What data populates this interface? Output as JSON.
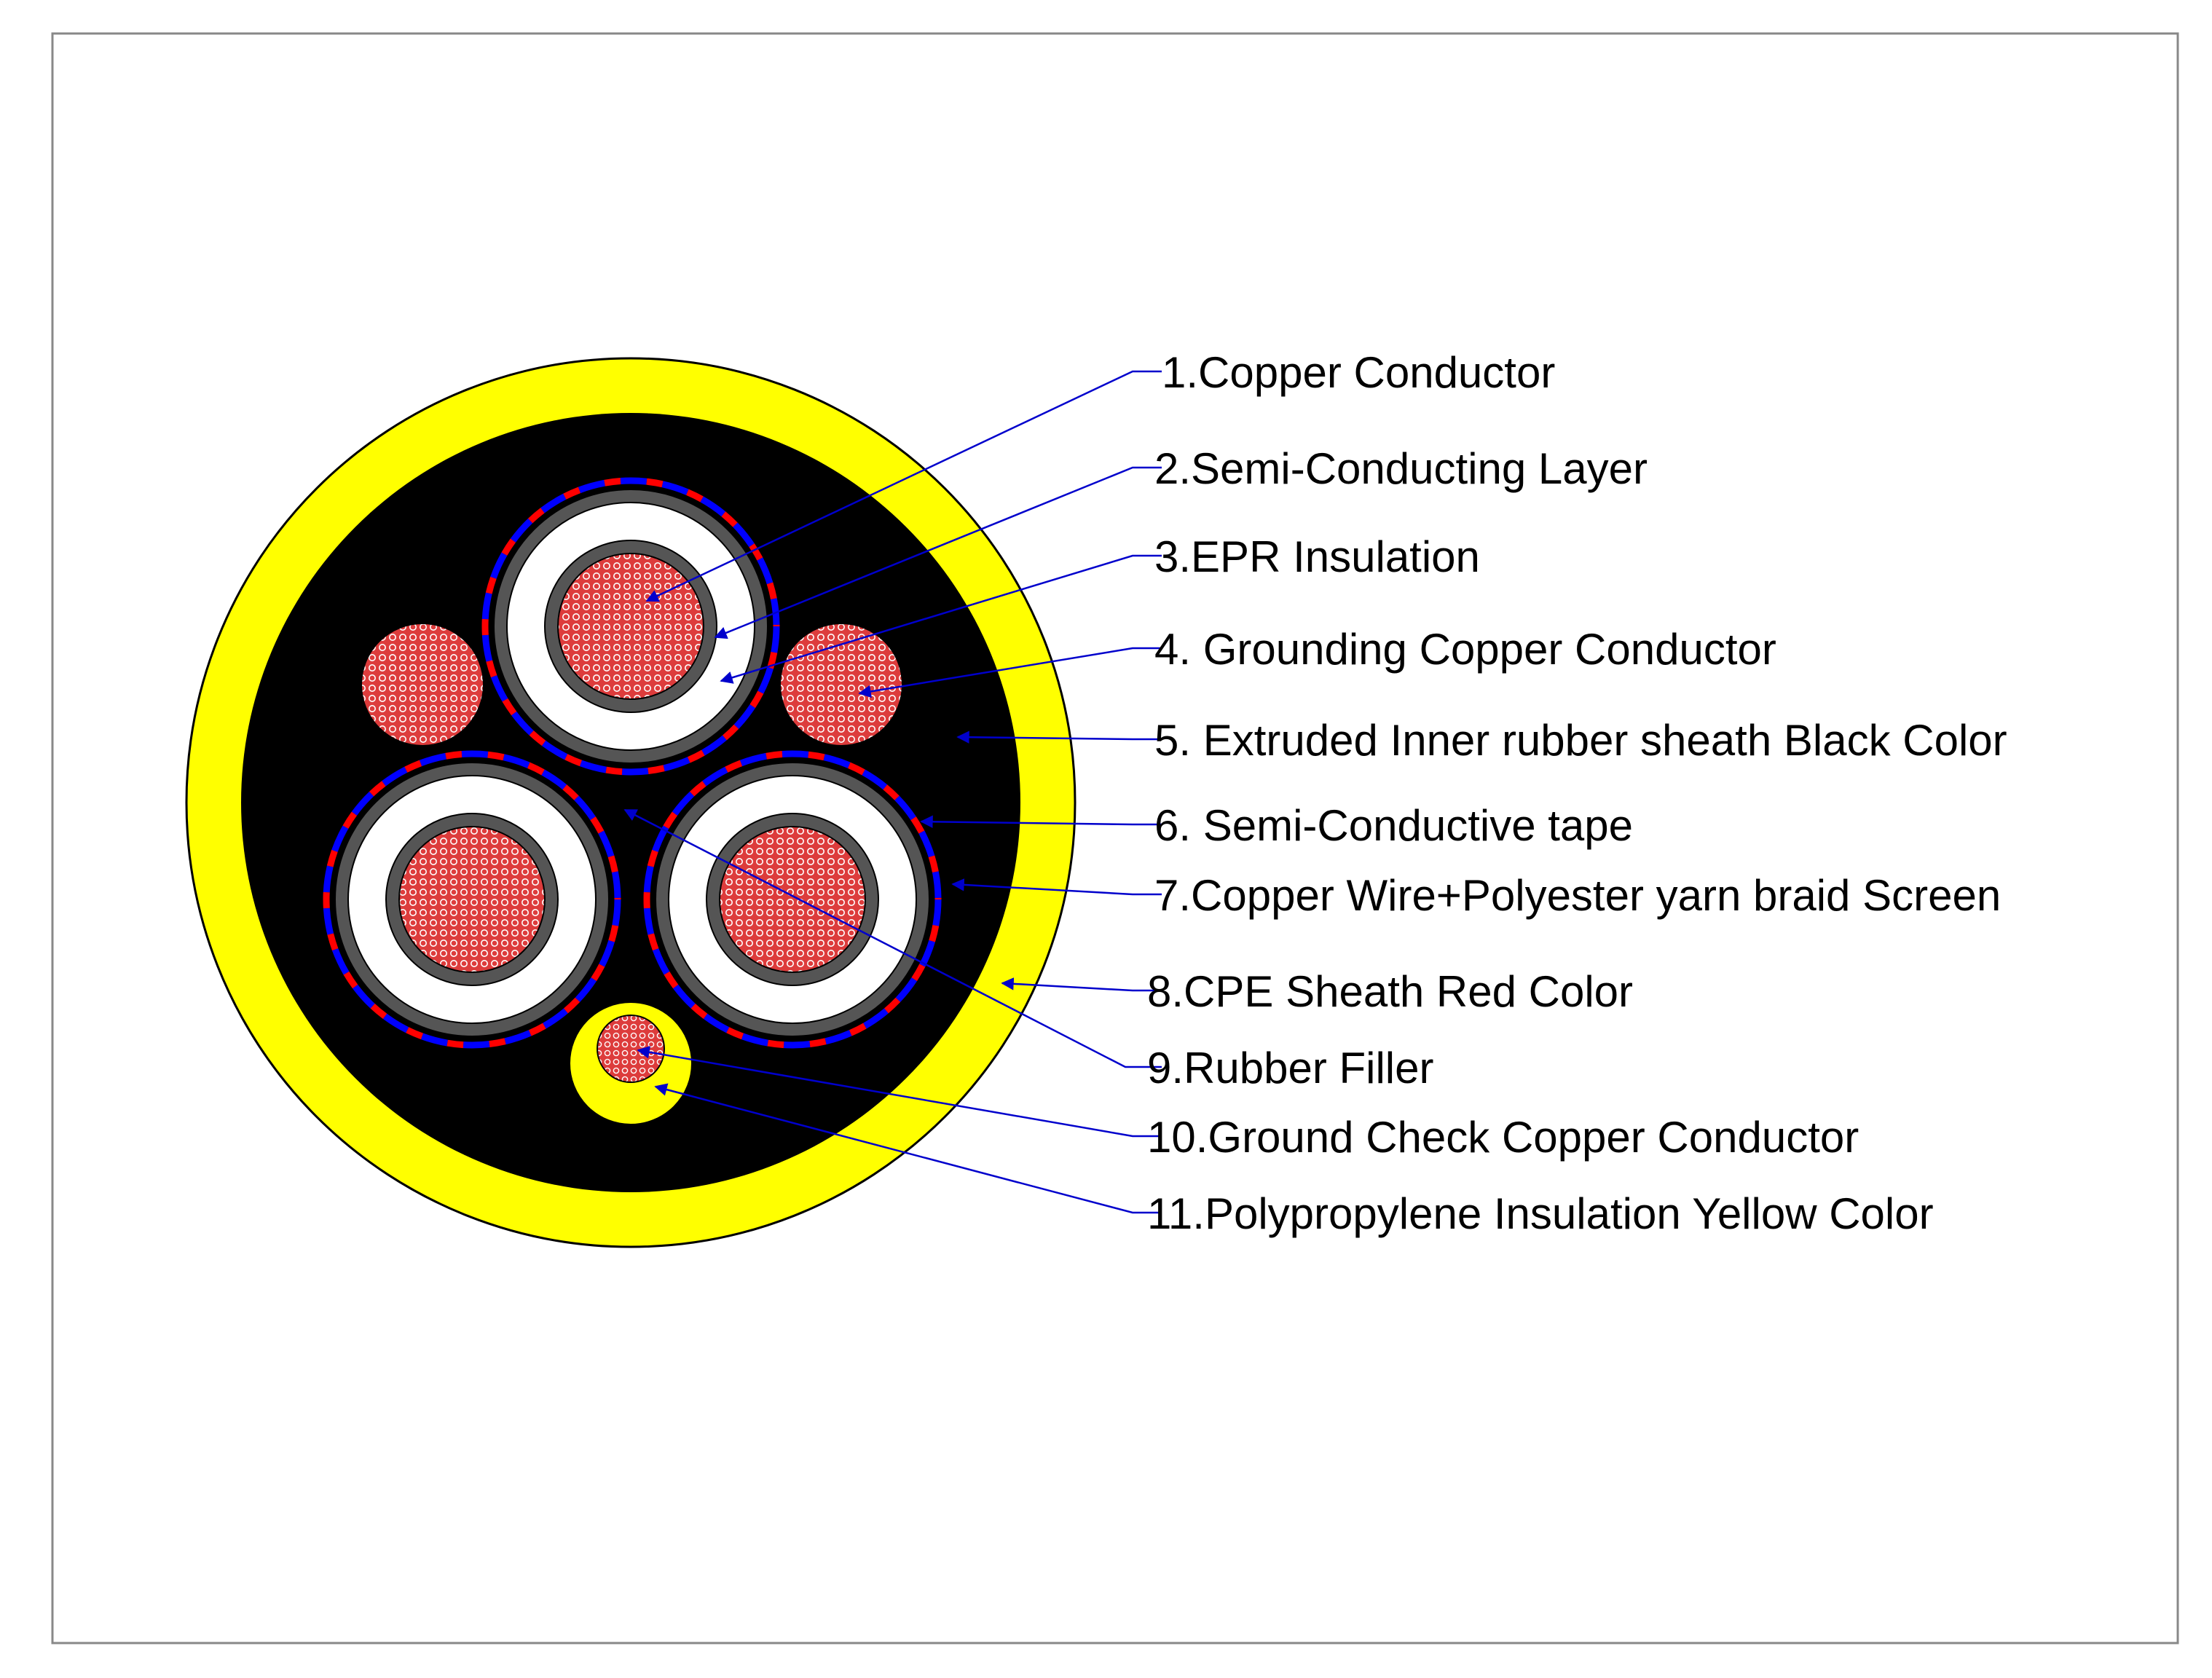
{
  "labels": [
    "1.Copper Conductor",
    "2.Semi-Conducting Layer",
    "3.EPR Insulation",
    "4. Grounding Copper Conductor",
    "5. Extruded Inner rubber sheath Black Color",
    "6. Semi-Conductive tape",
    "7.Copper Wire+Polyester yarn braid Screen",
    "8.CPE Sheath Red Color",
    "9.Rubber Filler",
    "10.Ground Check Copper Conductor",
    "11.Polypropylene Insulation Yellow Color"
  ],
  "colors": {
    "outer_sheath": "#ffff00",
    "inner_sheath": "#000000",
    "conductor": "#dd3c3c",
    "insulation": "#ffffff",
    "semi_layer": "#555555",
    "screen_red": "#ff0000",
    "screen_blue": "#0000ff",
    "leader": "#0000cc"
  }
}
